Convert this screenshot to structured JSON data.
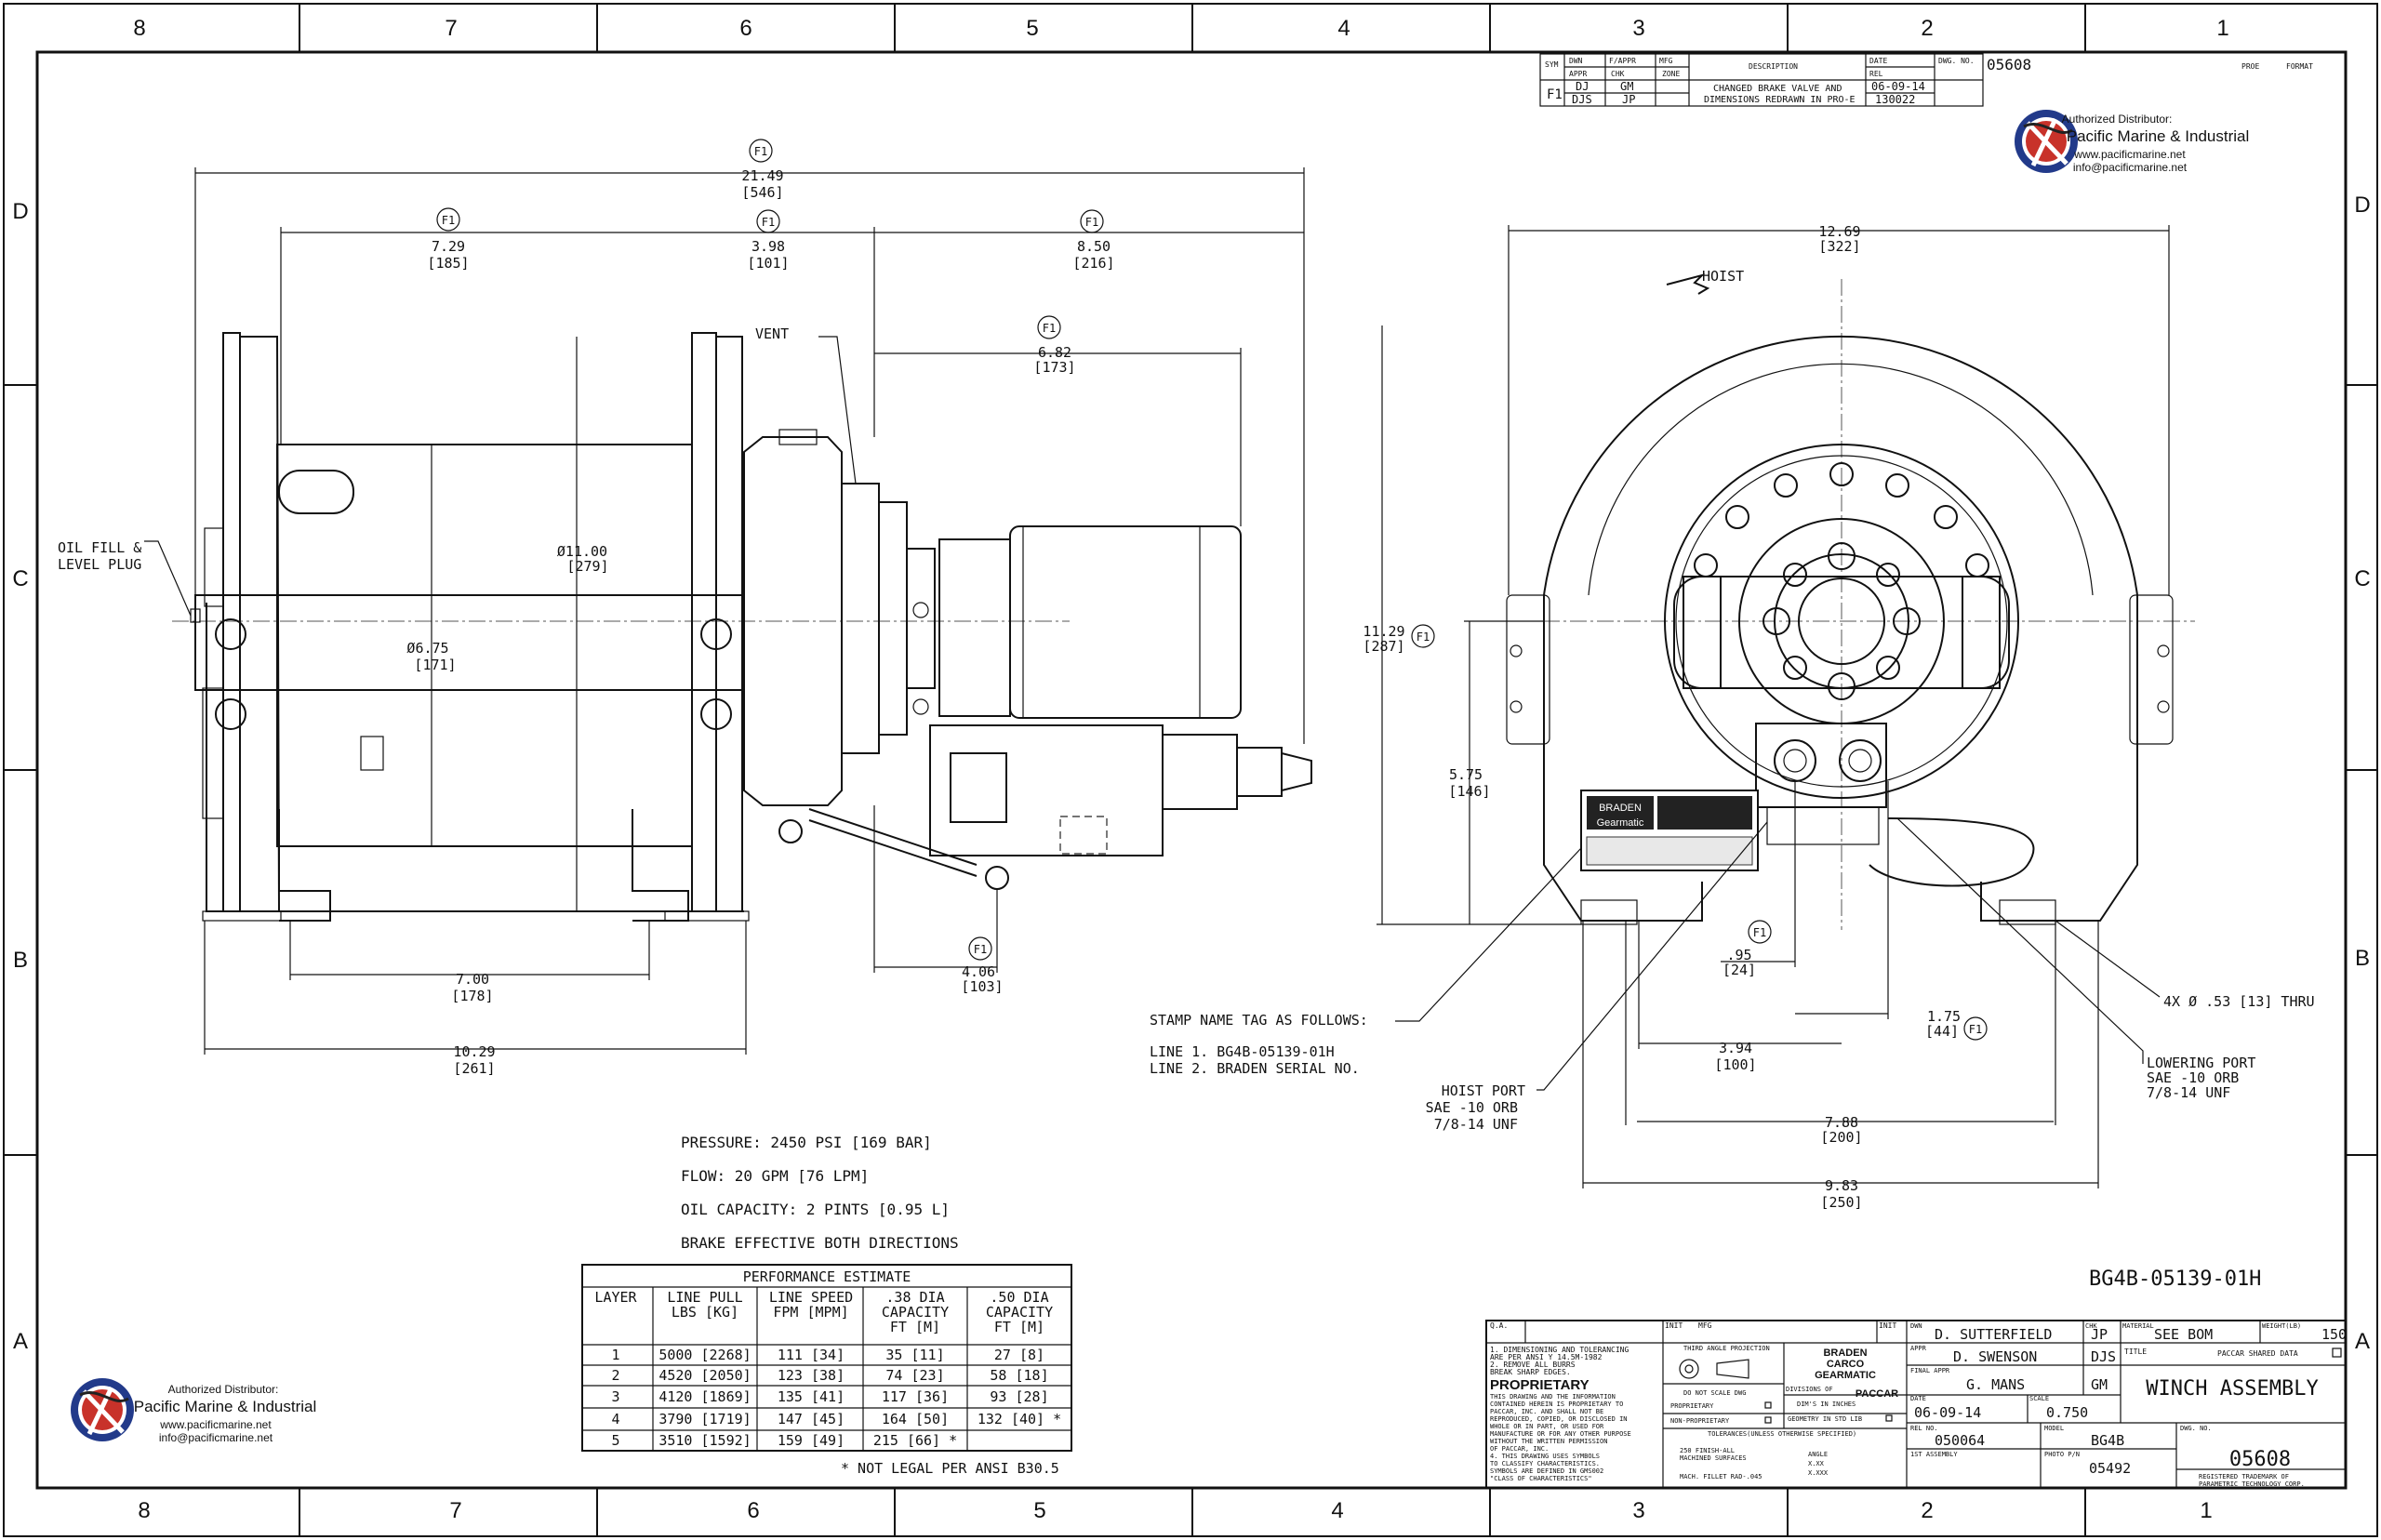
{
  "zones": {
    "cols": [
      "8",
      "7",
      "6",
      "5",
      "4",
      "3",
      "2",
      "1"
    ],
    "rows": [
      "D",
      "C",
      "B",
      "A"
    ]
  },
  "revision": {
    "headers": {
      "sym": "SYM",
      "dwn": "DWN",
      "chk_appr": "F/APPR",
      "mfg": "MFG",
      "appr": "APPR",
      "chk": "CHK",
      "zone": "ZONE",
      "description": "DESCRIPTION",
      "date": "DATE",
      "rel": "REL",
      "dwg_no": "DWG. NO."
    },
    "dwg_no": "05608",
    "sym": "F1",
    "dwn": "DJ",
    "appr": "DJS",
    "fappr": "GM",
    "chk": "JP",
    "desc1": "CHANGED BRAKE VALVE AND",
    "desc2": "DIMENSIONS REDRAWN IN PRO-E",
    "date": "06-09-14",
    "rel": "130022",
    "proe": "PROE",
    "format": "FORMAT"
  },
  "distributor": {
    "label": "Authorized Distributor:",
    "name": "Pacific Marine & Industrial",
    "web": "www.pacificmarine.net",
    "email": "info@pacificmarine.net"
  },
  "rev_marker": "F1",
  "side_view": {
    "overall": {
      "in": "21.49",
      "mm": "[546]"
    },
    "drum_width": {
      "in": "7.29",
      "mm": "[185]"
    },
    "gear_section": {
      "in": "3.98",
      "mm": "[101]"
    },
    "motor_len": {
      "in": "8.50",
      "mm": "[216]"
    },
    "motor_short": {
      "in": "6.82",
      "mm": "[173]"
    },
    "flange_dia": {
      "in": "Ø11.00",
      "mm": "[279]"
    },
    "drum_dia": {
      "in": "Ø6.75",
      "mm": "[171]"
    },
    "base_len": {
      "in": "7.00",
      "mm": "[178]"
    },
    "base_total": {
      "in": "10.29",
      "mm": "[261]"
    },
    "valve_off": {
      "in": "4.06",
      "mm": "[103]"
    },
    "vent": "VENT",
    "oil_fill_1": "OIL FILL &",
    "oil_fill_2": "LEVEL PLUG"
  },
  "end_view": {
    "width": {
      "in": "12.69",
      "mm": "[322]"
    },
    "height": {
      "in": "11.29",
      "mm": "[287]"
    },
    "center_h": {
      "in": "5.75",
      "mm": "[146]"
    },
    "port_off": {
      "in": ".95",
      "mm": "[24]"
    },
    "port_sp": {
      "in": "1.75",
      "mm": "[44]"
    },
    "hole_sp": {
      "in": "3.94",
      "mm": "[100]"
    },
    "hole_outer": {
      "in": "7.88",
      "mm": "[200]"
    },
    "foot_width": {
      "in": "9.83",
      "mm": "[250]"
    },
    "hoist": "HOIST",
    "holes": "4X Ø .53 [13] THRU",
    "lower_1": "LOWERING PORT",
    "lower_2": "SAE -10 ORB",
    "lower_3": "7/8-14 UNF",
    "hoist_1": "HOIST PORT",
    "hoist_2": "SAE -10 ORB",
    "hoist_3": "7/8-14 UNF",
    "tag_1": "STAMP NAME TAG AS FOLLOWS:",
    "tag_2": "LINE 1. BG4B-05139-01H",
    "tag_3": "LINE 2.  BRADEN SERIAL NO.",
    "brand_1": "BRADEN",
    "brand_2": "Gearmatic"
  },
  "specs": [
    "PRESSURE: 2450 PSI [169 BAR]",
    "FLOW: 20 GPM [76 LPM]",
    "OIL CAPACITY: 2 PINTS [0.95 L]",
    "BRAKE EFFECTIVE BOTH DIRECTIONS"
  ],
  "performance": {
    "title": "PERFORMANCE ESTIMATE",
    "headers": [
      [
        "LAYER"
      ],
      [
        "LINE PULL",
        "LBS [KG]"
      ],
      [
        "LINE SPEED",
        "FPM [MPM]"
      ],
      [
        ".38 DIA",
        "CAPACITY",
        "FT [M]"
      ],
      [
        ".50 DIA",
        "CAPACITY",
        "FT [M]"
      ]
    ],
    "rows": [
      [
        "1",
        "5000 [2268]",
        "111 [34]",
        "35 [11]",
        "27 [8]"
      ],
      [
        "2",
        "4520 [2050]",
        "123 [38]",
        "74 [23]",
        "58 [18]"
      ],
      [
        "3",
        "4120 [1869]",
        "135 [41]",
        "117 [36]",
        "93 [28]"
      ],
      [
        "4",
        "3790 [1719]",
        "147 [45]",
        "164 [50]",
        "132 [40] *"
      ],
      [
        "5",
        "3510 [1592]",
        "159 [49]",
        "215 [66] *",
        ""
      ]
    ],
    "note": "* NOT LEGAL PER ANSI B30.5"
  },
  "part_number": "BG4B-05139-01H",
  "title_block": {
    "qa": "Q.A.",
    "init": "INIT",
    "mfg": "MFG",
    "notes": [
      "1. DIMENSIONING AND TOLERANCING",
      "   ARE PER ANSI Y 14.5M-1982",
      "2. REMOVE ALL BURRS",
      "   BREAK SHARP EDGES."
    ],
    "proprietary": "PROPRIETARY",
    "prop_text": [
      "THIS DRAWING AND THE INFORMATION",
      "CONTAINED HEREIN IS PROPRIETARY TO",
      "PACCAR, INC. AND SHALL NOT BE",
      "REPRODUCED, COPIED, OR DISCLOSED IN",
      "WHOLE OR IN PART, OR USED FOR",
      "MANUFACTURE OR FOR ANY OTHER PURPOSE",
      "WITHOUT THE WRITTEN PERMISSION",
      "OF PACCAR, INC.",
      "4. THIS DRAWING USES SYMBOLS",
      "TO CLASSIFY CHARACTERISTICS.",
      "SYMBOLS ARE DEFINED IN GMS002",
      "\"CLASS OF CHARACTERISTICS\""
    ],
    "third_angle": "THIRD ANGLE PROJECTION",
    "no_scale": "DO NOT SCALE DWG",
    "proprietary_opt": "PROPRIETARY",
    "nonprop_opt": "NON-PROPRIETARY",
    "company_1": "BRADEN",
    "company_2": "CARCO",
    "company_3": "GEARMATIC",
    "divisions": "DIVISIONS OF",
    "paccar": "PACCAR",
    "dims_1": "DIM'S IN INCHES",
    "dims_2": "GEOMETRY IN STD LIB",
    "tol": "TOLERANCES(UNLESS OTHERWISE SPECIFIED)",
    "finish_1": "250 FINISH-ALL",
    "finish_2": "MACHINED SURFACES",
    "fillet": "MACH. FILLET RAD-.045",
    "angle": "ANGLE",
    "x1": "X.XX",
    "x2": "X.XXX",
    "dwn_label": "DWN",
    "dwn": "D. SUTTERFIELD",
    "chk_label": "CHK",
    "chk": "JP",
    "appr_label": "APPR",
    "appr": "D. SWENSON",
    "appr_init": "DJS",
    "final_label": "FINAL APPR",
    "final": "G. MANS",
    "final_init": "GM",
    "date_label": "DATE",
    "date": "06-09-14",
    "scale_label": "SCALE",
    "scale": "0.750",
    "material_label": "MATERIAL",
    "material": "SEE BOM",
    "weight_label": "WEIGHT(LB)",
    "weight": "150",
    "title_label": "TITLE",
    "shared": "PACCAR SHARED DATA",
    "title": "WINCH ASSEMBLY",
    "rel_label": "REL NO.",
    "rel": "050064",
    "model_label": "MODEL",
    "model": "BG4B",
    "dwg_label": "DWG. NO.",
    "dwg": "05608",
    "ast_label": "1ST ASSEMBLY",
    "photo_label": "PHOTO P/N",
    "photo": "05492",
    "trademark_1": "REGISTERED TRADEMARK OF",
    "trademark_2": "PARAMETRIC TECHNOLOGY CORP."
  }
}
